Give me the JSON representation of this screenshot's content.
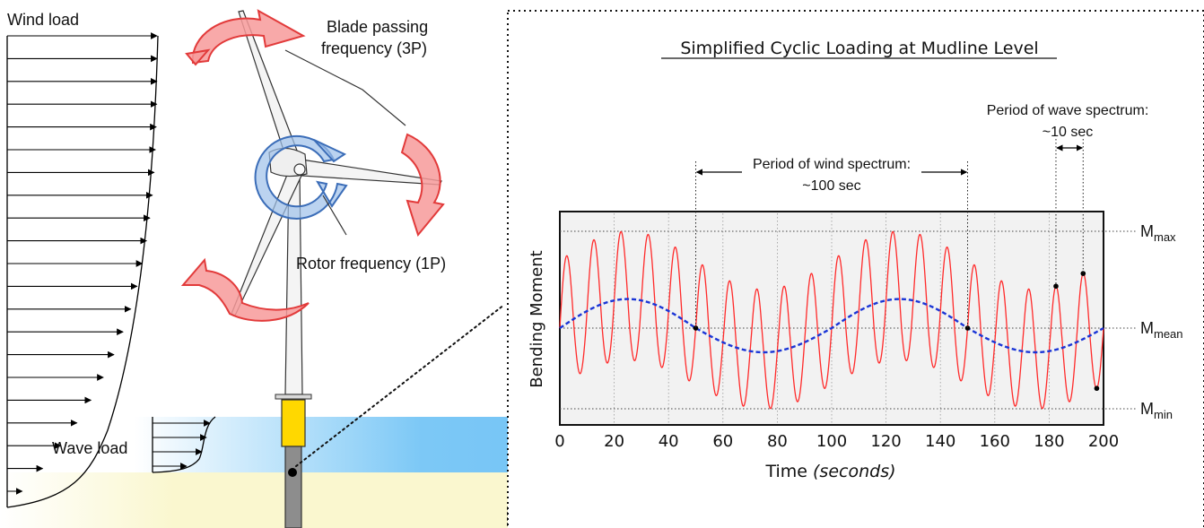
{
  "colors": {
    "sea": "#7cc8f6",
    "seabed": "#faf7cf",
    "tower": "#8d8d8d",
    "transition_piece": "#ffd800",
    "arrow_red": "#f25b5b",
    "arrow_blue": "#5b8fd1",
    "load_cycle": "#ff2a2a",
    "mean_curve": "#1a35d6",
    "panel_bg": "#f2f2f2"
  },
  "turbine": {
    "wind_load_label": "Wind load",
    "wave_load_label": "Wave load",
    "blade_passing_label_line1": "Blade passing",
    "blade_passing_label_line2": "frequency (3P)",
    "rotor_frequency_label": "Rotor frequency (1P)"
  },
  "chart_data": {
    "type": "line",
    "title": "Simplified Cyclic Loading at Mudline Level",
    "xlabel": "Time",
    "xlabel_italic": "(seconds)",
    "ylabel": "Bending Moment",
    "xlim": [
      0,
      200
    ],
    "x_ticks": [
      0,
      20,
      40,
      60,
      80,
      100,
      120,
      140,
      160,
      180,
      200
    ],
    "grid": true,
    "y_levels": [
      {
        "label": "M",
        "sub": "max",
        "value": 1.0
      },
      {
        "label": "M",
        "sub": "mean",
        "value": 0.0
      },
      {
        "label": "M",
        "sub": "min",
        "value": -1.0
      }
    ],
    "series": [
      {
        "role": "cyclic load",
        "function": "0.3*sin(2*pi*t/100) + 0.7*sin(2*pi*t/10)",
        "color": "#ff2a2a",
        "style": "solid"
      },
      {
        "role": "wind-driven mean",
        "function": "0.3*sin(2*pi*t/100)",
        "color": "#1a35d6",
        "style": "dashed"
      }
    ],
    "annotations": [
      {
        "text_line1": "Period of wind spectrum:",
        "text_line2": "~100 sec",
        "from": 50,
        "to": 150
      },
      {
        "text_line1": "Period of wave spectrum:",
        "text_line2": "~10 sec",
        "from": 182.5,
        "to": 192.5
      }
    ],
    "marked_points_t": [
      50,
      150,
      182.5,
      192.5,
      197.5
    ]
  }
}
